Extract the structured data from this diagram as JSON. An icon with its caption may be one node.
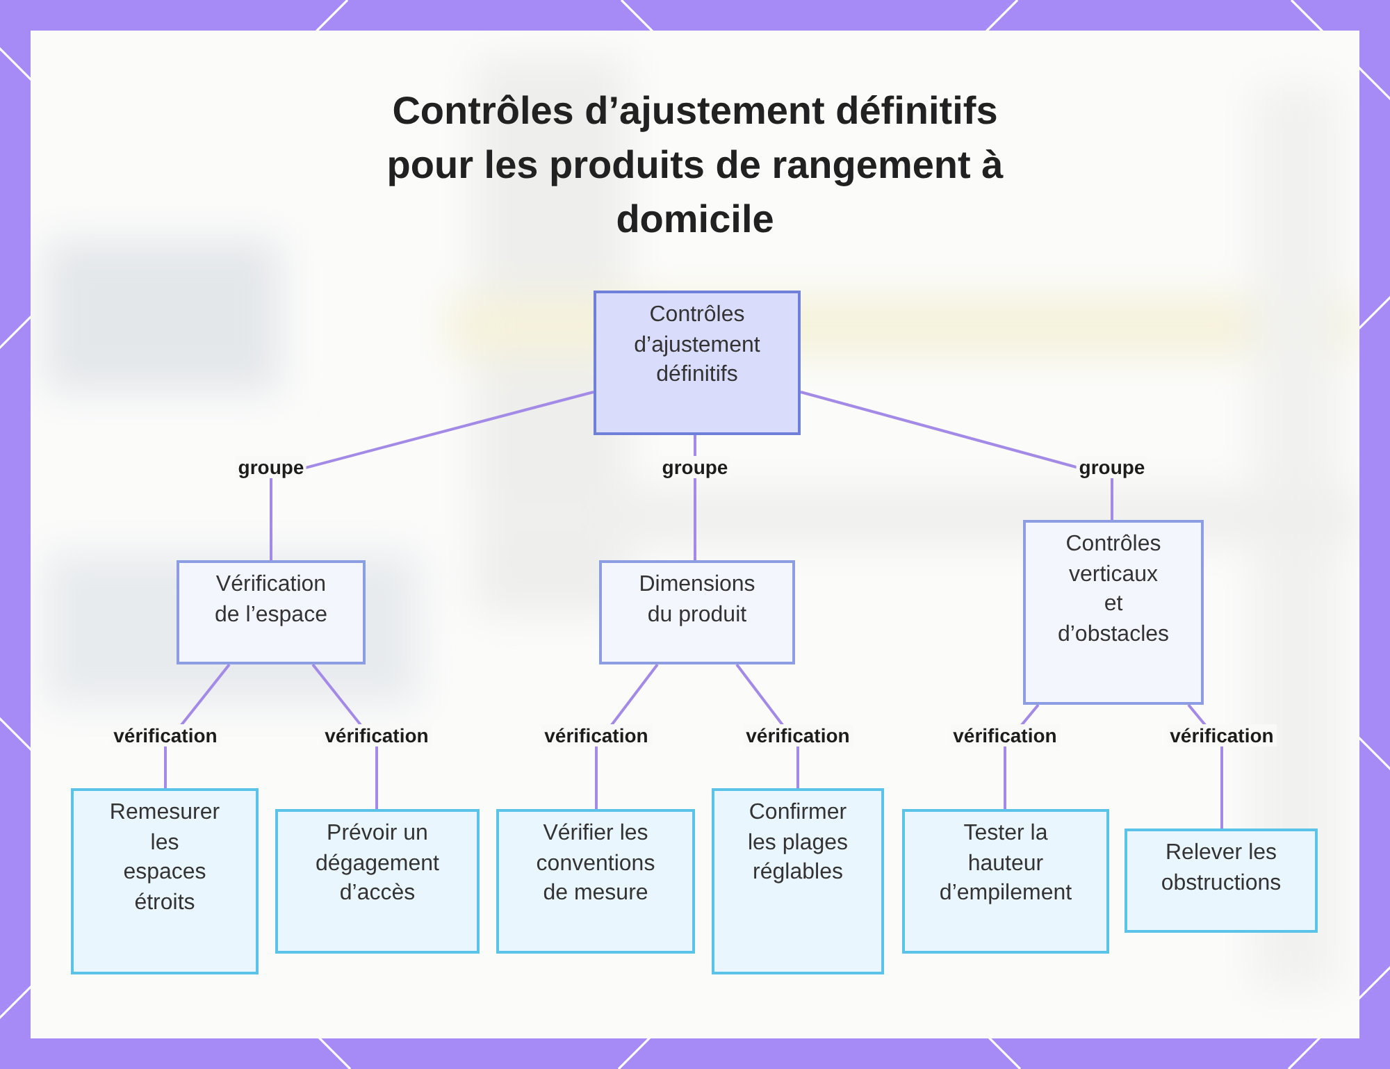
{
  "diagram": {
    "title": "Contrôles d’ajustement définitifs pour les produits de rangement à domicile",
    "nodes": [
      {
        "text": [
          "Contrôles d’ajustement définitifs"
        ]
      },
      {
        "text": [
          "Vérification de l’espace"
        ]
      },
      {
        "text": [
          "Dimensions du produit"
        ]
      },
      {
        "text": [
          "Contrôles verticaux et d’obstacles"
        ]
      },
      {
        "text": [
          "Remesurer les espaces étroits"
        ]
      },
      {
        "text": [
          "Prévoir un dégagement d’accès"
        ]
      },
      {
        "text": [
          "Vérifier les conventions de mesure"
        ]
      },
      {
        "text": [
          "Confirmer les plages réglables"
        ]
      },
      {
        "text": [
          "Tester la hauteur d’empilement"
        ]
      },
      {
        "text": [
          "Relever les obstructions"
        ]
      }
    ],
    "edges": [
      {
        "from": 0,
        "to": 1,
        "arrow": "none",
        "label": "groupe"
      },
      {
        "from": 0,
        "to": 2,
        "arrow": "none",
        "label": "groupe"
      },
      {
        "from": 0,
        "to": 3,
        "arrow": "none",
        "label": "groupe"
      },
      {
        "from": 1,
        "to": 4,
        "arrow": "none",
        "label": "vérification"
      },
      {
        "from": 1,
        "to": 5,
        "arrow": "none",
        "label": "vérification"
      },
      {
        "from": 2,
        "to": 6,
        "arrow": "none",
        "label": "vérification"
      },
      {
        "from": 2,
        "to": 7,
        "arrow": "none",
        "label": "vérification"
      },
      {
        "from": 3,
        "to": 8,
        "arrow": "none",
        "label": "vérification"
      },
      {
        "from": 3,
        "to": 9,
        "arrow": "none",
        "label": "vérification"
      }
    ]
  }
}
